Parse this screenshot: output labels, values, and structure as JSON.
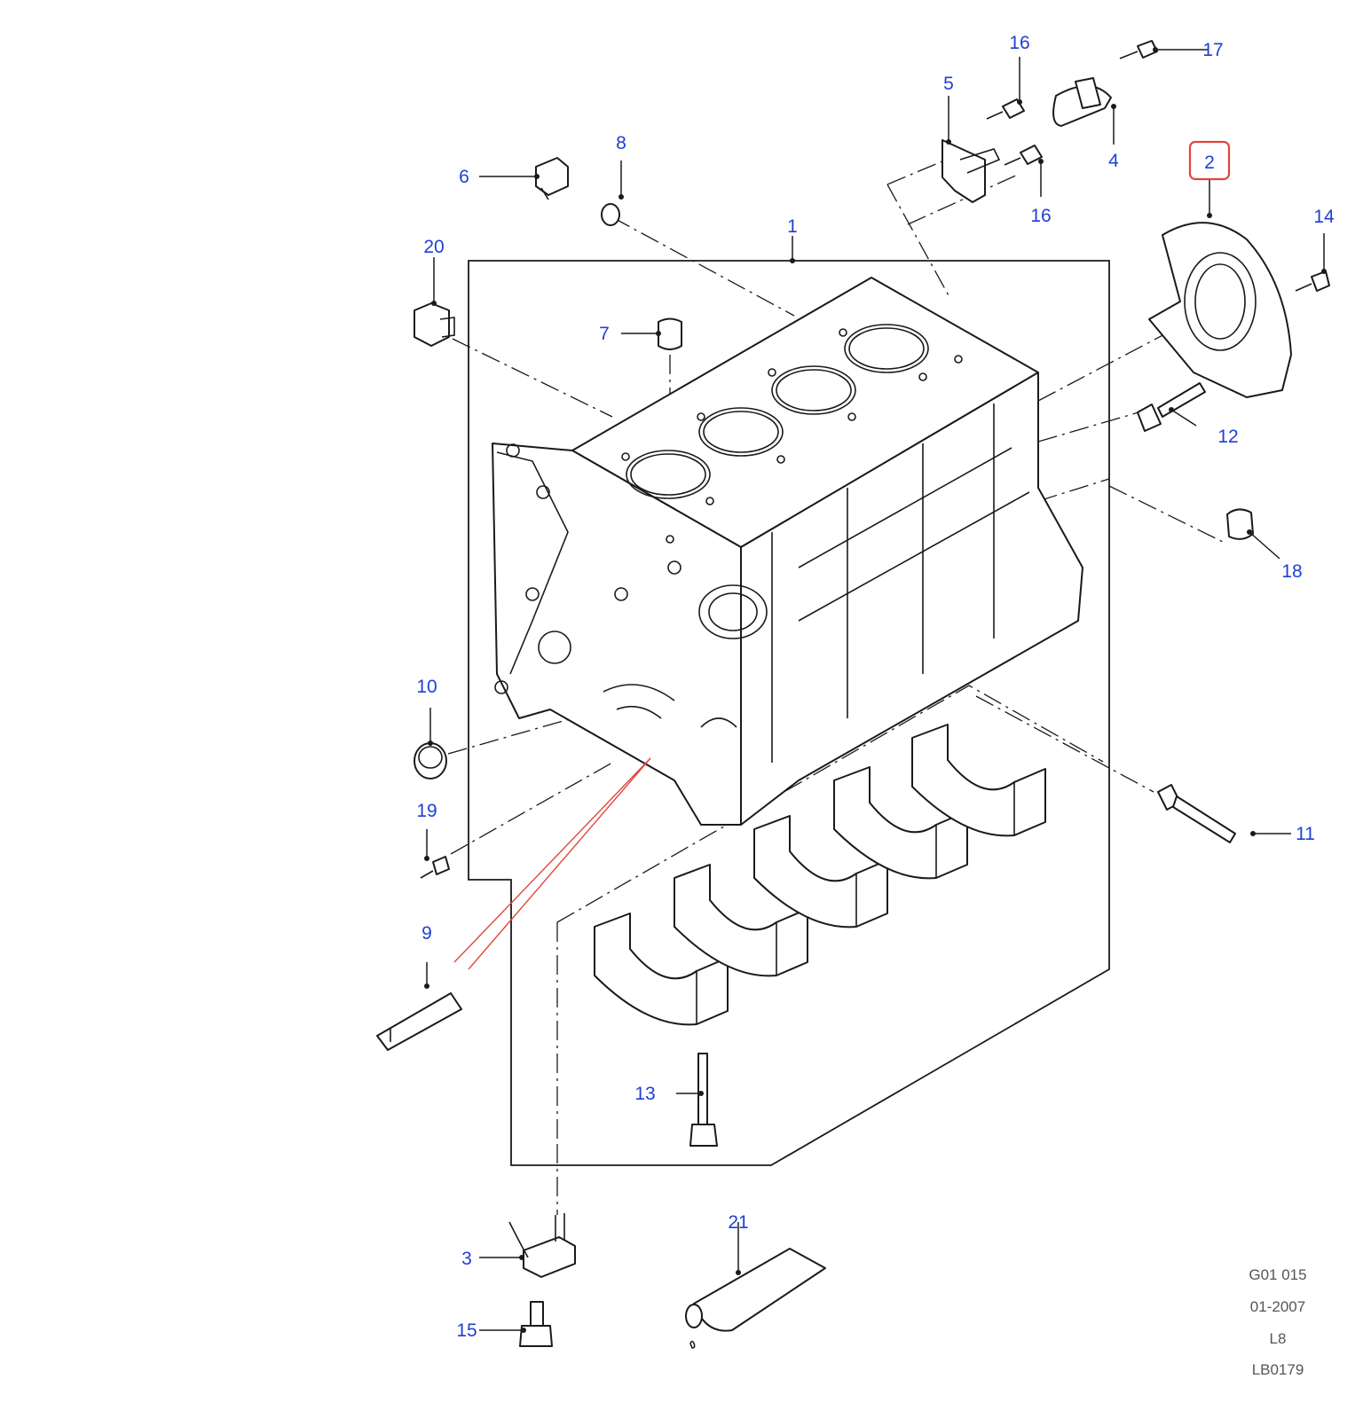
{
  "callouts": [
    {
      "key": "c1",
      "text": "1"
    },
    {
      "key": "c2",
      "text": "2"
    },
    {
      "key": "c3",
      "text": "3"
    },
    {
      "key": "c4",
      "text": "4"
    },
    {
      "key": "c5",
      "text": "5"
    },
    {
      "key": "c6",
      "text": "6"
    },
    {
      "key": "c7",
      "text": "7"
    },
    {
      "key": "c8",
      "text": "8"
    },
    {
      "key": "c9",
      "text": "9"
    },
    {
      "key": "c10",
      "text": "10"
    },
    {
      "key": "c11",
      "text": "11"
    },
    {
      "key": "c12",
      "text": "12"
    },
    {
      "key": "c13",
      "text": "13"
    },
    {
      "key": "c14",
      "text": "14"
    },
    {
      "key": "c15",
      "text": "15"
    },
    {
      "key": "c16a",
      "text": "16"
    },
    {
      "key": "c16b",
      "text": "16"
    },
    {
      "key": "c17",
      "text": "17"
    },
    {
      "key": "c18",
      "text": "18"
    },
    {
      "key": "c19",
      "text": "19"
    },
    {
      "key": "c20",
      "text": "20"
    },
    {
      "key": "c21",
      "text": "21"
    }
  ],
  "reference": {
    "line1": "G01 015",
    "line2": "01-2007",
    "line3": "L8",
    "line4": "LB0179"
  },
  "highlighted_callout": "2",
  "colors": {
    "callout_text": "#1f3fd6",
    "highlight": "#e0463a",
    "line_art": "#1a1a1a"
  }
}
